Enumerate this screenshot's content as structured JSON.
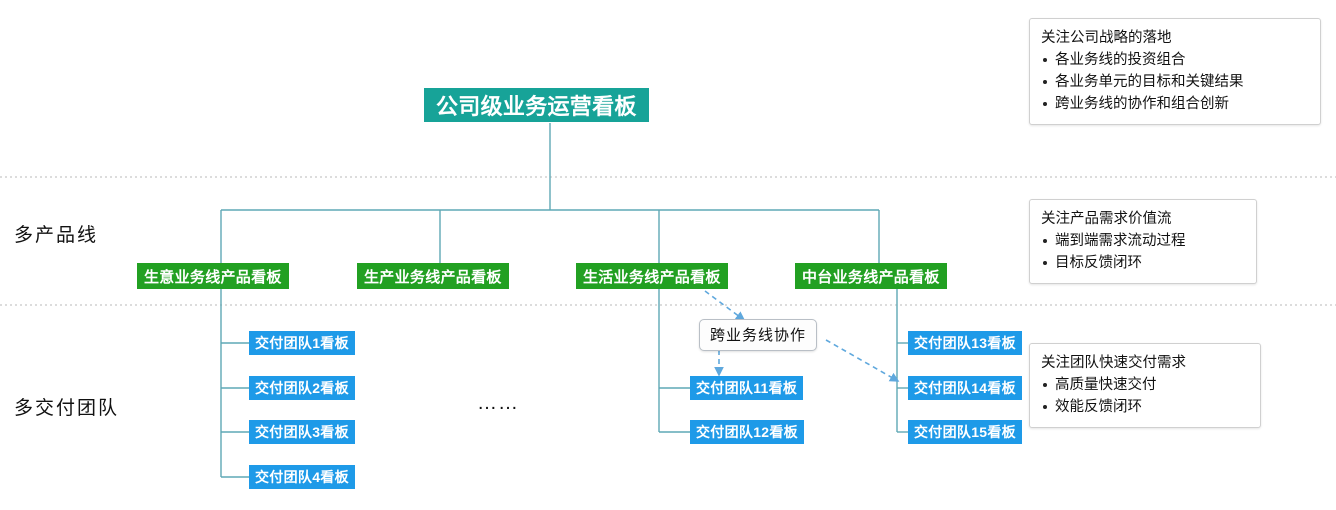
{
  "diagram": {
    "title_box": {
      "label": "公司级业务运营看板",
      "color": "#17a398"
    },
    "row_labels": [
      {
        "label": "多产品线"
      },
      {
        "label": "多交付团队"
      }
    ],
    "ellipsis": "……",
    "product_lines": [
      {
        "label": "生意业务线产品看板"
      },
      {
        "label": "生产业务线产品看板"
      },
      {
        "label": "生活业务线产品看板"
      },
      {
        "label": "中台业务线产品看板"
      }
    ],
    "teams": [
      {
        "label": "交付团队1看板"
      },
      {
        "label": "交付团队2看板"
      },
      {
        "label": "交付团队3看板"
      },
      {
        "label": "交付团队4看板"
      },
      {
        "label": "交付团队11看板"
      },
      {
        "label": "交付团队12看板"
      },
      {
        "label": "交付团队13看板"
      },
      {
        "label": "交付团队14看板"
      },
      {
        "label": "交付团队15看板"
      }
    ],
    "callout": {
      "label": "跨业务线协作"
    },
    "annotations": [
      {
        "head": "关注公司战略的落地",
        "bullets": [
          "各业务线的投资组合",
          "各业务单元的目标和关键结果",
          "跨业务线的协作和组合创新"
        ]
      },
      {
        "head": "关注产品需求价值流",
        "bullets": [
          "端到端需求流动过程",
          "目标反馈闭环"
        ]
      },
      {
        "head": "关注团队快速交付需求",
        "bullets": [
          "高质量快速交付",
          "效能反馈闭环"
        ]
      }
    ],
    "colors": {
      "root": "#17a398",
      "product_line": "#22a022",
      "team": "#1e9ae8",
      "connector": "#5fa8b5",
      "separator": "#b9b9b9"
    }
  }
}
